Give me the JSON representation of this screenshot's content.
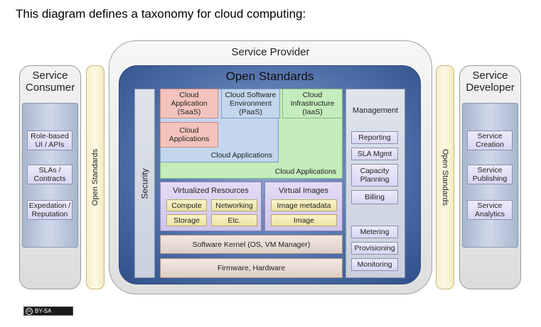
{
  "caption": "This diagram defines a taxonomy for cloud computing:",
  "consumer": {
    "title_line1": "Service",
    "title_line2": "Consumer",
    "items": [
      "Role-based UI / APIs",
      "SLAs / Contracts",
      "Expedation / Reputation"
    ]
  },
  "developer": {
    "title_line1": "Service",
    "title_line2": "Developer",
    "items": [
      "Service Creation",
      "Service Publishing",
      "Service Analytics"
    ]
  },
  "open_standards_label": "Open Standards",
  "provider": {
    "title": "Service Provider",
    "open_standards_title": "Open Standards",
    "security": "Security",
    "saas": "Cloud Application (SaaS)",
    "paas": "Cloud Software Environment (PaaS)",
    "iaas": "Cloud Infrastructure (IaaS)",
    "cloud_apps_pink": "Cloud Applications",
    "cloud_apps_blue": "Cloud Applications",
    "cloud_apps_green": "Cloud Applications",
    "virtualized_resources": "Virtualized Resources",
    "vr_items": [
      "Compute",
      "Networking",
      "Storage",
      "Etc."
    ],
    "virtual_images": "Virtual Images",
    "vi_items": [
      "Image metadata",
      "Image"
    ],
    "kernel": "Software Kernel (OS, VM Manager)",
    "firmware": "Firmware, Hardware",
    "management": "Management",
    "mgmt_items": [
      "Reporting",
      "SLA Mgmt",
      "Capacity Planning",
      "Billing",
      "Metering",
      "Provisioning",
      "Monitoring"
    ]
  },
  "license": "BY-SA",
  "license_cc": "cc"
}
